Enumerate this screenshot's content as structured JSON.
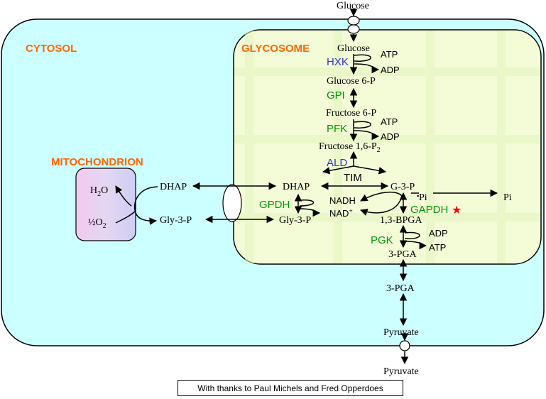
{
  "compartments": {
    "cytosol": "CYTOSOL",
    "glycosome": "GLYCOSOME",
    "mitochondrion": "MITOCHONDRION"
  },
  "metabolites": {
    "glucose_outside": "Glucose",
    "glucose": "Glucose",
    "glucose_6p": "Glucose 6-P",
    "fructose_6p": "Fructose 6-P",
    "fructose_16p2_main": "Fructose 1,6-P",
    "fructose_16p2_sub": "2",
    "dhap_glycosome": "DHAP",
    "g3p": "G-3-P",
    "gly3p_glycosome": "Gly-3-P",
    "bpga": "1,3-BPGA",
    "pga_glycosome": "3-PGA",
    "pga_cytosol": "3-PGA",
    "pyruvate_cytosol": "Pyruvate",
    "pyruvate_outside": "Pyruvate",
    "pi_glycosome": "Pi",
    "pi_cytosol": "Pi",
    "dhap_cytosol": "DHAP",
    "gly3p_cytosol": "Gly-3-P",
    "h2o_main": "H",
    "h2o_sub": "2",
    "h2o_end": "O",
    "half_o2_main": "½O",
    "half_o2_sub": "2"
  },
  "cofactors": {
    "atp_hxk": "ATP",
    "adp_hxk": "ADP",
    "atp_pfk": "ATP",
    "adp_pfk": "ADP",
    "nadh": "NADH",
    "nad_main": "NAD",
    "nad_sup": "+",
    "adp_pgk": "ADP",
    "atp_pgk": "ATP"
  },
  "enzymes": {
    "hxk": "HXK",
    "gpi": "GPI",
    "pfk": "PFK",
    "ald": "ALD",
    "tim": "TIM",
    "gpdh": "GPDH",
    "gapdh": "GAPDH",
    "pgk": "PGK"
  },
  "marker": "★",
  "credit": "With thanks to Paul Michels and  Fred Opperdoes",
  "colors": {
    "cytosol_fill": "#ccffff",
    "glycosome_fill": "#f3fbd7",
    "mito_fill": "#e6d9f2",
    "compartment_label": "#ff6600",
    "enzyme_green": "#009900",
    "enzyme_blue": "#3333cc",
    "marker_red": "#ff0000"
  }
}
